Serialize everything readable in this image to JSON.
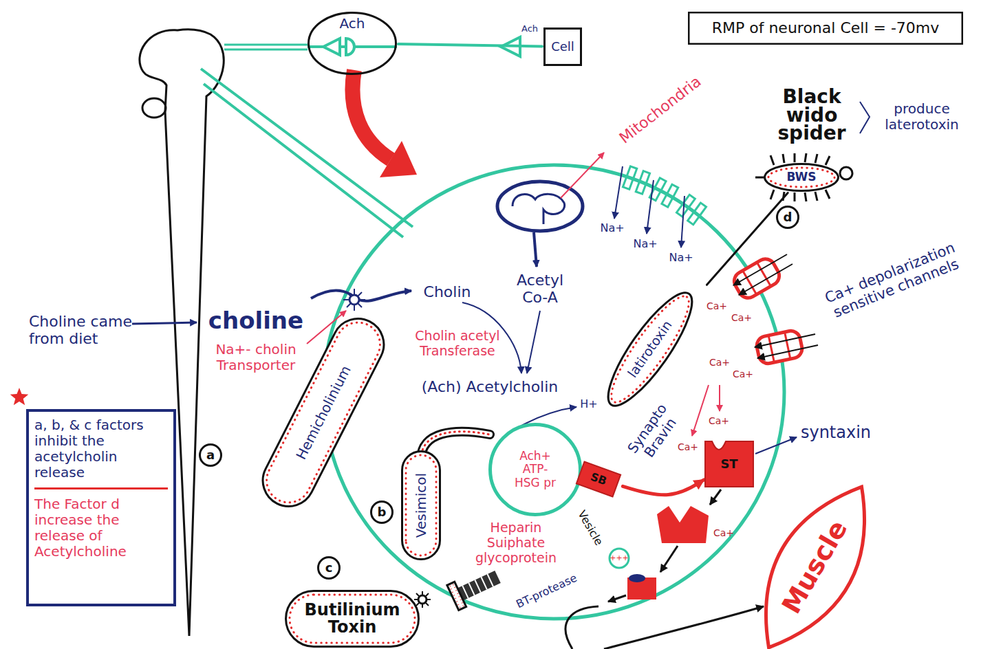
{
  "diagram": {
    "nodes": [
      {
        "text": [
          "Ach"
        ]
      },
      {
        "text": [
          "Cell"
        ]
      },
      {
        "text": [
          "RMP of neuronal Cell = -70mv"
        ]
      },
      {
        "text": [
          "Hemicholinium"
        ]
      },
      {
        "text": [
          "Ach+ ATP- HSG pr"
        ]
      },
      {
        "text": [
          "Vesimicol"
        ]
      },
      {
        "text": [
          "SB"
        ]
      },
      {
        "text": [
          "ST"
        ]
      },
      {
        "text": [
          "latirotoxin"
        ]
      },
      {
        "text": [
          "BWS"
        ]
      },
      {
        "text": [
          "Butilinium Toxin"
        ]
      },
      {
        "text": [
          "Muscle"
        ]
      },
      {
        "text": [
          "a, b, & c factors inhibit the acetylcholin release",
          "The Factor d increase the release of Acetylcholine"
        ]
      },
      {
        "text": [
          "a"
        ]
      },
      {
        "text": [
          "b"
        ]
      },
      {
        "text": [
          "c"
        ]
      },
      {
        "text": [
          "d"
        ]
      }
    ],
    "edges": [
      {
        "from": 0,
        "to": 1,
        "arrow": "none"
      },
      {
        "from": 9,
        "to": 8,
        "arrow": "none"
      },
      {
        "from": 6,
        "to": 7,
        "arrow": "to"
      }
    ],
    "labels": [
      "Ach",
      "Mitochondria",
      "Acetyl Co-A",
      "Black wido spider",
      "produce laterotoxin",
      "Na+",
      "Na+",
      "Na+",
      "Ca+ depolarization sensitive channels",
      "Ca+",
      "Ca+",
      "Ca+",
      "Ca+",
      "Ca+",
      "Ca+",
      "Ca+",
      "Choline came from diet",
      "choline",
      "Na+- cholin Transporter",
      "Cholin",
      "Cholin acetyl Transferase",
      "(Ach) Acetylcholin",
      "H+",
      "Synapto Bravin",
      "syntaxin",
      "Heparin Suiphate glycoprotein",
      "Vesicle",
      "BT-protease",
      "+++"
    ]
  }
}
